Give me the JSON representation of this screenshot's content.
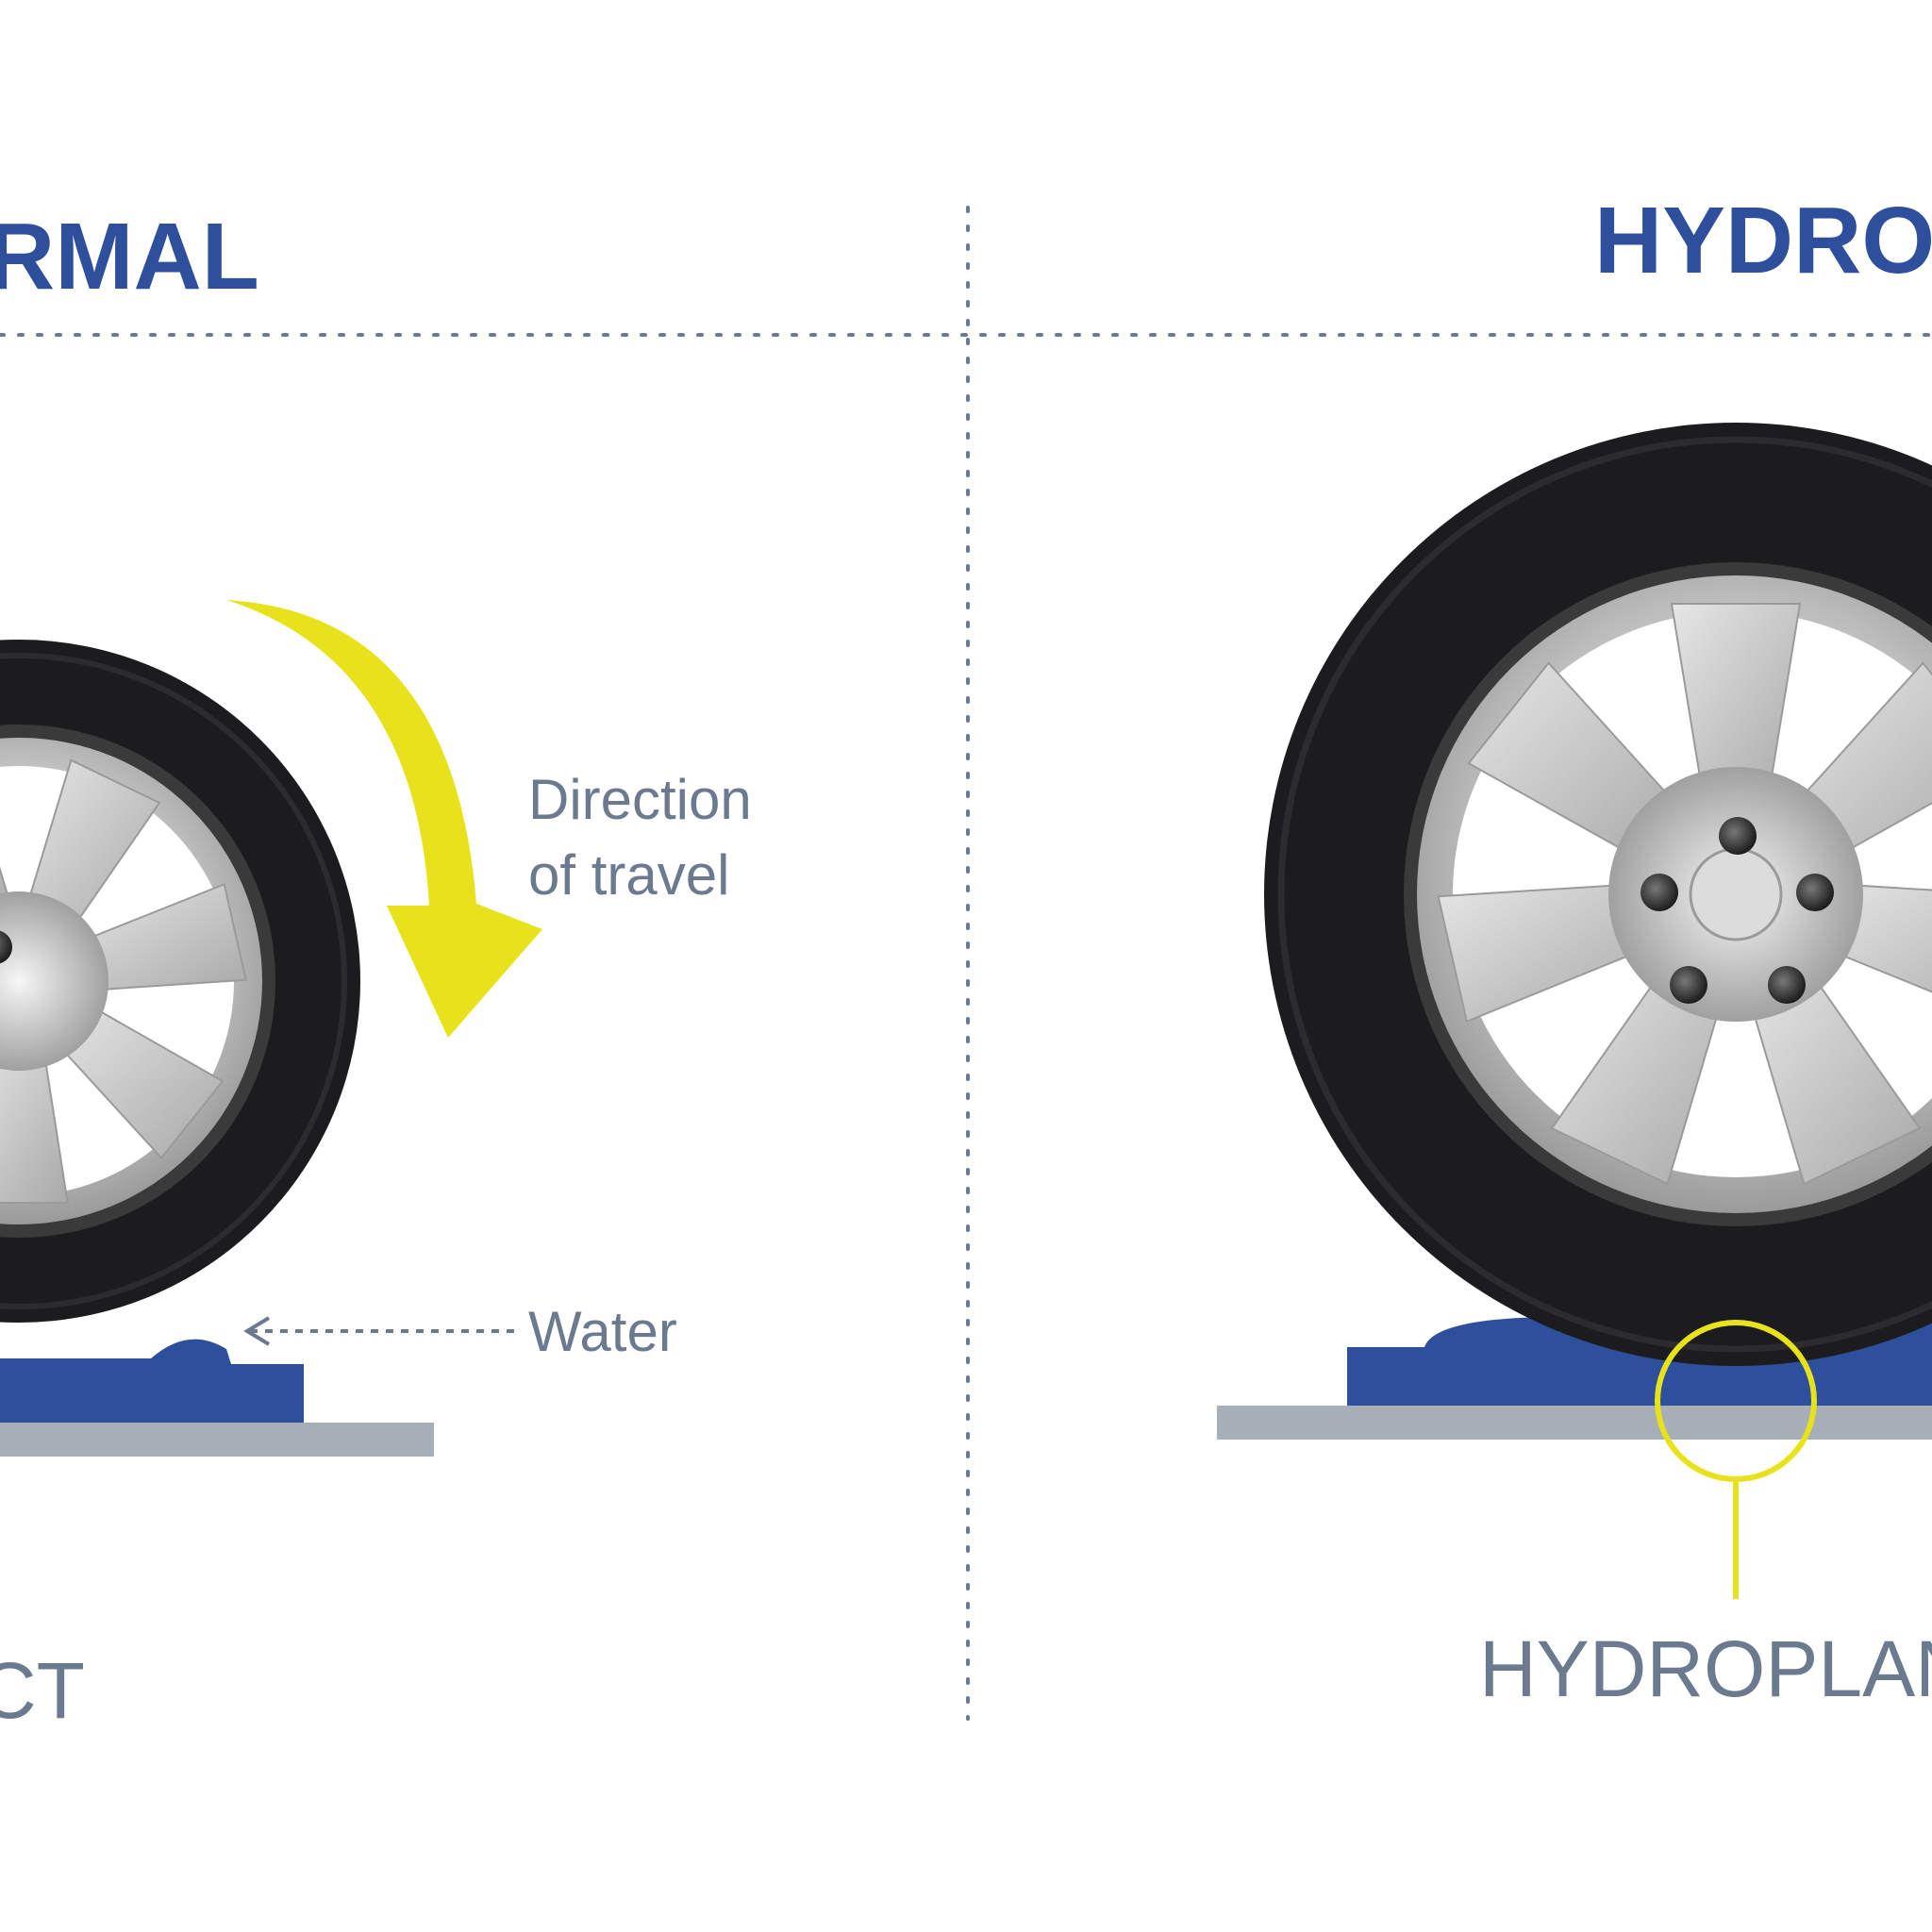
{
  "panels": {
    "normal": {
      "title": "RMAL",
      "caption": "CT"
    },
    "hydroplaning": {
      "title": "HYDROP",
      "caption": "HYDROPLAN"
    }
  },
  "labels": {
    "direction_line1": "Direction",
    "direction_line2": "of travel",
    "water": "Water"
  },
  "colors": {
    "title": "#2e4f9c",
    "label": "#6b7a8f",
    "caption": "#6b7a8f",
    "water": "#2e4f9c",
    "road": "#a6aeb8",
    "arrow": "#e8e21c",
    "callout": "#e8e21c",
    "tire": "#1c1c1e",
    "divider": "#6b7a8f"
  }
}
